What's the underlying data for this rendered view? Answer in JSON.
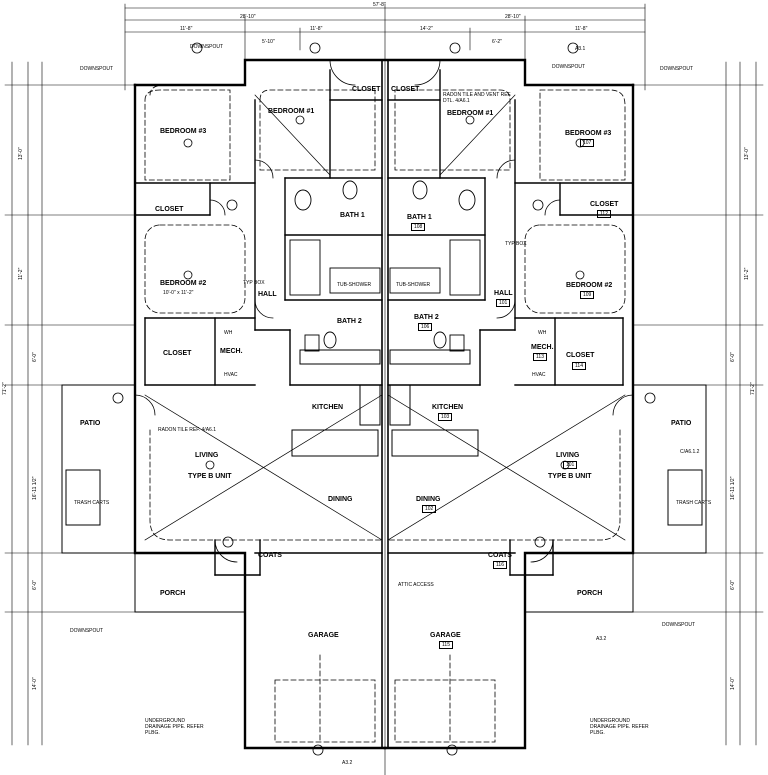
{
  "dims": {
    "overall_width": "57'-8\"",
    "left_unit_width": "28'-10\"",
    "right_unit_width": "28'-10\"",
    "left_segments": [
      "11'-8\"",
      "5'-10\"",
      "11'-8\""
    ],
    "right_segments": [
      "14'-2\"",
      "6'-2\"",
      "11'-8\""
    ],
    "left_height": "71'-2\"",
    "right_height": "71'-2\"",
    "left_side": [
      "13'-0\"",
      "11'-2\"",
      "6'-0\"",
      "16'-11 1/2\"",
      "6'-0\"",
      "14'-0\""
    ],
    "right_side": [
      "13'-0\"",
      "11'-2\"",
      "6'-0\"",
      "16'-11 1/2\"",
      "6'-0\"",
      "14'-0\""
    ]
  },
  "rooms": {
    "closet_top_left": "CLOSET",
    "closet_top_right": "CLOSET",
    "bedroom1_left": "BEDROOM #1",
    "bedroom1_right": "BEDROOM #1",
    "bedroom3_left": "BEDROOM #3",
    "bedroom3_right": "BEDROOM #3",
    "bedroom3_right_tag": "107",
    "closet_mid_left": "CLOSET",
    "closet_mid_right": "CLOSET",
    "closet_mid_right_tag": "112",
    "bath1_left": "BATH 1",
    "bath1_right": "BATH 1",
    "bath1_right_tag": "108",
    "bedroom2_left": "BEDROOM #2",
    "bedroom2_left_size": "10'-0\" x 11'-2\"",
    "bedroom2_right": "BEDROOM #2",
    "bedroom2_right_tag": "109",
    "hall_left": "HALL",
    "hall_right": "HALL",
    "hall_right_tag": "101",
    "bath2_left": "BATH 2",
    "bath2_right": "BATH 2",
    "bath2_right_tag": "106",
    "closet_low_left": "CLOSET",
    "closet_low_right": "CLOSET",
    "closet_low_right_tag": "114",
    "mech_left": "MECH.",
    "mech_right": "MECH.",
    "mech_right_tag": "113",
    "hvac_left": "HVAC",
    "hvac_right": "HVAC",
    "kitchen_left": "KITCHEN",
    "kitchen_right": "KITCHEN",
    "kitchen_right_tag": "103",
    "patio_left": "PATIO",
    "patio_right": "PATIO",
    "living_left": "LIVING",
    "living_right": "LIVING",
    "living_right_tag": "101",
    "type_left": "TYPE B UNIT",
    "type_right": "TYPE B UNIT",
    "dining_left": "DINING",
    "dining_right": "DINING",
    "dining_right_tag": "102",
    "coats_left": "COATS",
    "coats_right": "COATS",
    "coats_right_tag": "116",
    "porch_left": "PORCH",
    "porch_right": "PORCH",
    "garage_left": "GARAGE",
    "garage_right": "GARAGE",
    "garage_right_tag": "115"
  },
  "notes": {
    "downspout": "DOWNSPOUT",
    "radon_vent": "RADON TILE AND VENT REF. DTL. 4/A6.1",
    "radon_ref": "RADON TILE REF. 4/A6.1",
    "typ_box": "TYP BOX",
    "tub_shower": "TUB-SHOWER",
    "trash_carts": "TRASH CARTS",
    "attic_access": "ATTIC ACCESS",
    "underground": "UNDERGROUND DRAINAGE PIPE. REFER PLBG.",
    "section_a32": "A3.2",
    "section_a31": "A3.1",
    "wh": "WH",
    "elevation_tag": "C/A6.1.2"
  }
}
